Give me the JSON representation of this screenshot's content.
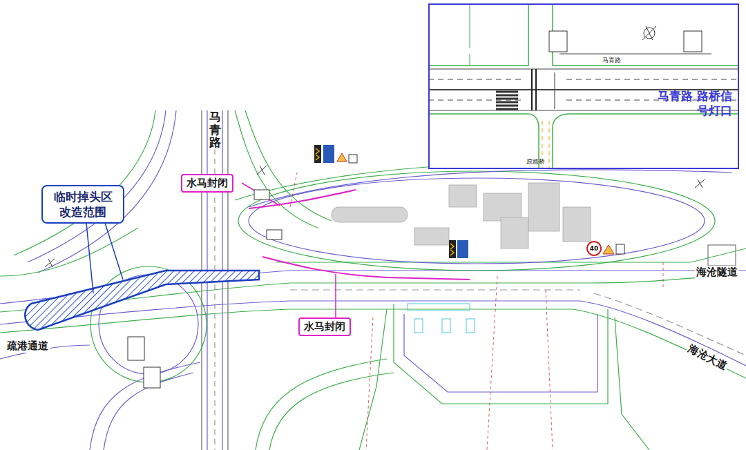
{
  "diagram": {
    "nodes": [
      {
        "text": [
          "马青路",
          "原路桥",
          "马青路 路桥信号灯口"
        ]
      },
      {
        "text": [
          "临时掉头区 改造范围"
        ]
      },
      {
        "text": [
          "水马封闭"
        ]
      },
      {
        "text": [
          "水马封闭"
        ]
      }
    ],
    "labels": [
      "马青路",
      "海沧隧道",
      "海沧大道",
      "疏港通道",
      "40"
    ]
  }
}
